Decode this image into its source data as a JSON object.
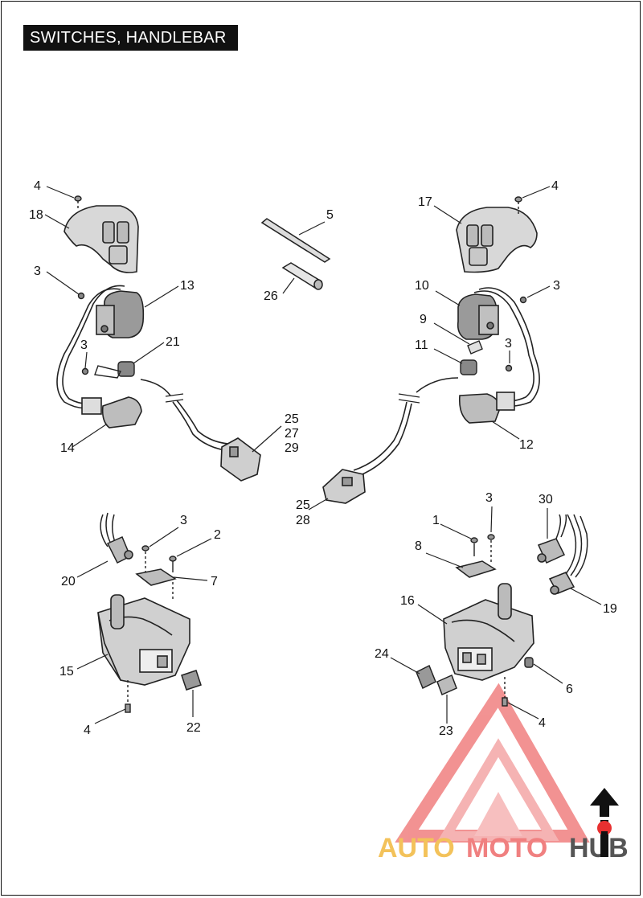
{
  "title": "SWITCHES, HANDLEBAR",
  "callouts": {
    "c1": "4",
    "c2": "18",
    "c3": "3",
    "c4": "13",
    "c5": "3",
    "c6": "21",
    "c7": "14",
    "c8": "25",
    "c9": "27",
    "c10": "29",
    "c11": "5",
    "c12": "26",
    "c13": "17",
    "c14": "4",
    "c15": "10",
    "c16": "3",
    "c17": "9",
    "c18": "11",
    "c19": "3",
    "c20": "12",
    "c21": "25",
    "c22": "28",
    "c23": "3",
    "c24": "2",
    "c25": "20",
    "c26": "7",
    "c27": "15",
    "c28": "4",
    "c29": "22",
    "c30": "1",
    "c31": "3",
    "c32": "30",
    "c33": "8",
    "c34": "16",
    "c35": "19",
    "c36": "24",
    "c37": "6",
    "c38": "23",
    "c39": "4"
  },
  "watermark": {
    "text_part1": "AUTO",
    "text_part2": "MOTO",
    "text_part3": "HUB",
    "color_primary": "#f2a0a0",
    "color_accent": "#e83030",
    "color_gold": "#f3c25a",
    "color_dark": "#333333"
  }
}
